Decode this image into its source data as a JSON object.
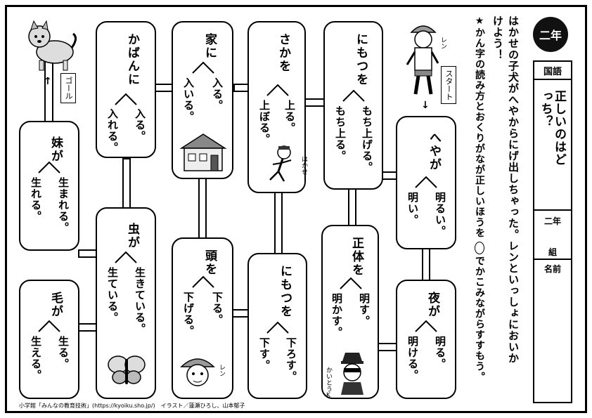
{
  "grade_badge": "二年",
  "subject_label": "国語",
  "worksheet_title": "正しいのはどっち？",
  "name_section": {
    "grade": "二年",
    "class_label": "組",
    "name_label": "名前"
  },
  "instructions": {
    "line1": "はかせの子犬がへやからにげ出しちゃった。レンといっしょにおいか",
    "line2": "けよう！",
    "line3": "★かん字の読み方とおくりがなが正しいほうを",
    "line3b": "でかこみながらすすもう。"
  },
  "markers": {
    "start": "スタート",
    "goal": "ゴール"
  },
  "characters": {
    "ren": "レン",
    "hakase": "はかせ",
    "kaitou": "かいとうK"
  },
  "boxes": [
    {
      "id": "heya",
      "title": "へやが",
      "opt_right": "明るい。",
      "opt_left": "明い。"
    },
    {
      "id": "mochi",
      "title": "にもつを",
      "opt_right": "もち上げる。",
      "opt_left": "もち上る。"
    },
    {
      "id": "saka",
      "title": "さかを",
      "opt_right": "上る。",
      "opt_left": "上ぼる。"
    },
    {
      "id": "ie",
      "title": "家に",
      "opt_right": "入る。",
      "opt_left": "入いる。"
    },
    {
      "id": "kaban",
      "title": "かばんに",
      "opt_right": "入る。",
      "opt_left": "入れる。"
    },
    {
      "id": "imouto",
      "title": "妹が",
      "opt_right": "生まれる。",
      "opt_left": "生れる。"
    },
    {
      "id": "yoru",
      "title": "夜が",
      "opt_right": "明る。",
      "opt_left": "明ける。"
    },
    {
      "id": "shotai",
      "title": "正体を",
      "opt_right": "明す。",
      "opt_left": "明かす。"
    },
    {
      "id": "oroshi",
      "title": "にもつを",
      "opt_right": "下ろす。",
      "opt_left": "下す。"
    },
    {
      "id": "atama",
      "title": "頭を",
      "opt_right": "下る。",
      "opt_left": "下げる。"
    },
    {
      "id": "mushi",
      "title": "虫が",
      "opt_right": "生きている。",
      "opt_left": "生ている。"
    },
    {
      "id": "ke",
      "title": "毛が",
      "opt_right": "生る。",
      "opt_left": "生える。"
    }
  ],
  "footer": "小学館「みんなの教育技術」(https://kyoiku.sho.jp/)　イラスト／蓮瀬ひろし、山本郁子"
}
